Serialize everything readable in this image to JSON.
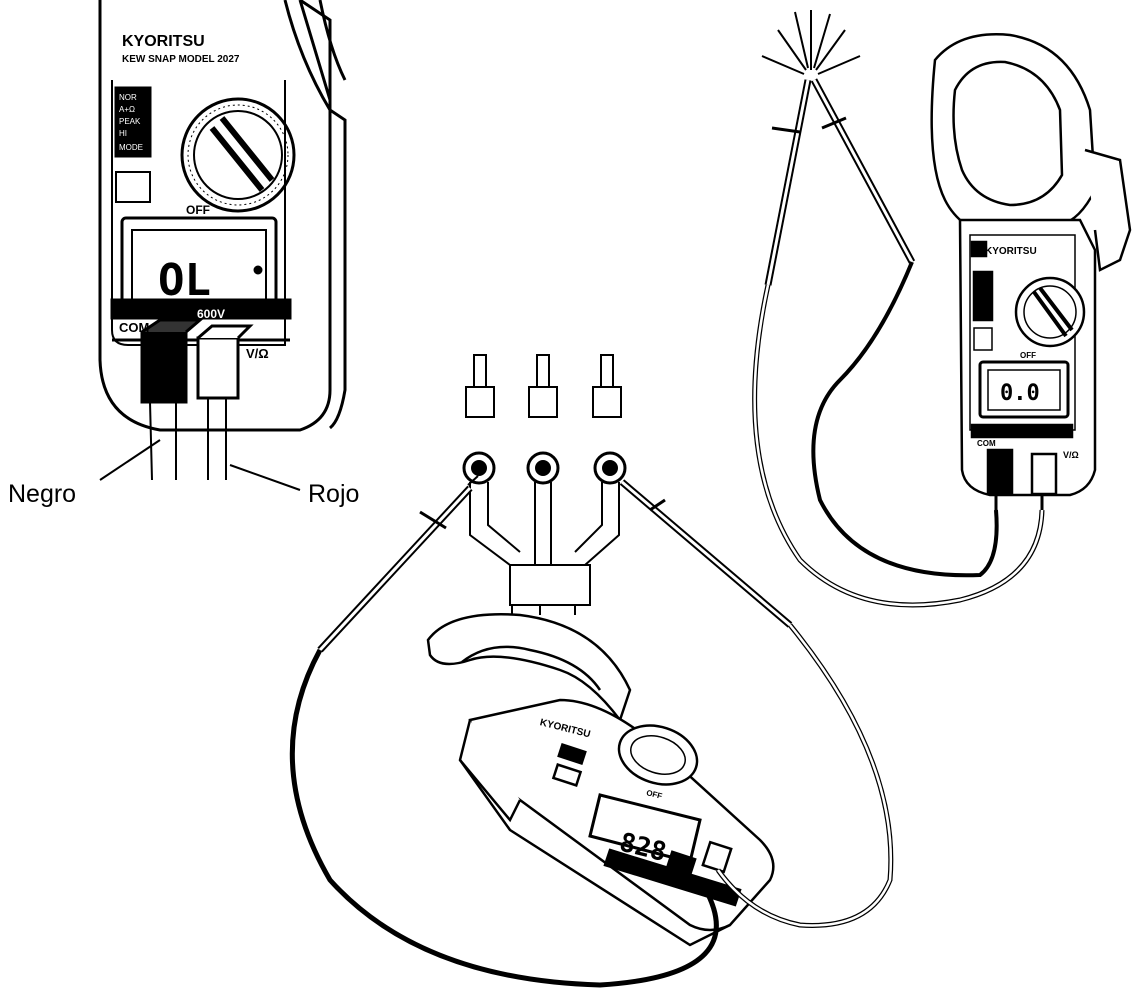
{
  "labels": {
    "black_lead": "Negro",
    "red_lead": "Rojo"
  },
  "meter_panel": {
    "brand": "KYORITSU",
    "model": "KEW SNAP MODEL 2027",
    "display": "OL",
    "terminal_com": "COM",
    "terminal_voltage": "600V",
    "terminal_vo": "V/Ω",
    "dial_off": "OFF",
    "side_keys": [
      "NOR",
      "A+Ω",
      "PEAK",
      "HI",
      "MODE"
    ]
  },
  "meter_right": {
    "brand": "KYORITSU",
    "display": "0.0",
    "terminal_com": "COM",
    "terminal_vo": "V/Ω",
    "dial_off": "OFF"
  },
  "meter_center": {
    "brand": "KYORITSU",
    "display": "828",
    "dial_off": "OFF"
  },
  "colors": {
    "ink": "#000000",
    "paper": "#ffffff",
    "body_tint": "#f2f2f2",
    "lcd_bg": "#ffffff"
  },
  "icons": [
    "test-lead-black",
    "test-lead-red",
    "motor-terminal",
    "spark-icon"
  ]
}
